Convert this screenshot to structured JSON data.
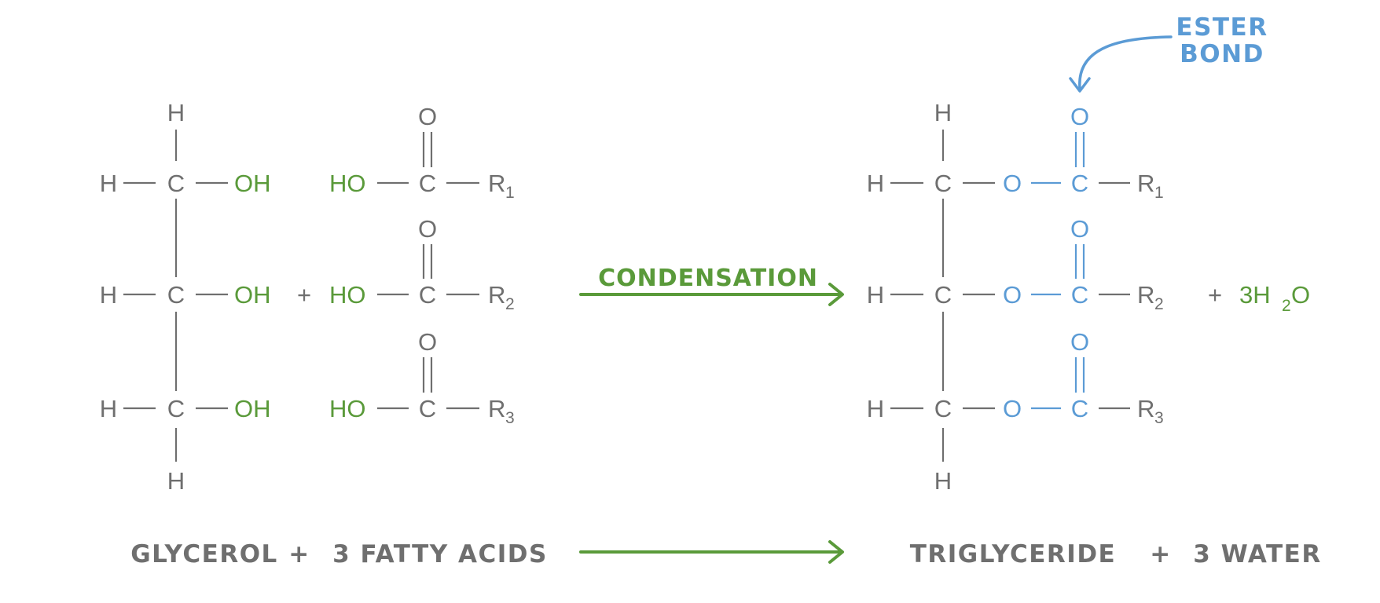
{
  "colors": {
    "gray": "#6f6f6f",
    "green": "#5a9a3a",
    "blue": "#5b9bd5"
  },
  "atoms": {
    "H": "H",
    "C": "C",
    "O": "O",
    "OH": "OH",
    "HO": "HO",
    "R": "R",
    "plus": "+"
  },
  "fatty_acid_r_subscripts": [
    "1",
    "2",
    "3"
  ],
  "water_formula": {
    "coefficient": "3H",
    "subscript": "2",
    "tail": "O"
  },
  "arrow_labels": {
    "condensation": "CONDENSATION",
    "ester_bond_line1": "ESTER",
    "ester_bond_line2": "BOND"
  },
  "word_equation": {
    "glycerol": "GLYCEROL",
    "plus1": "+",
    "fatty_acids": "3 FATTY ACIDS",
    "triglyceride": "TRIGLYCERIDE",
    "plus2": "+",
    "water": "3 WATER"
  }
}
